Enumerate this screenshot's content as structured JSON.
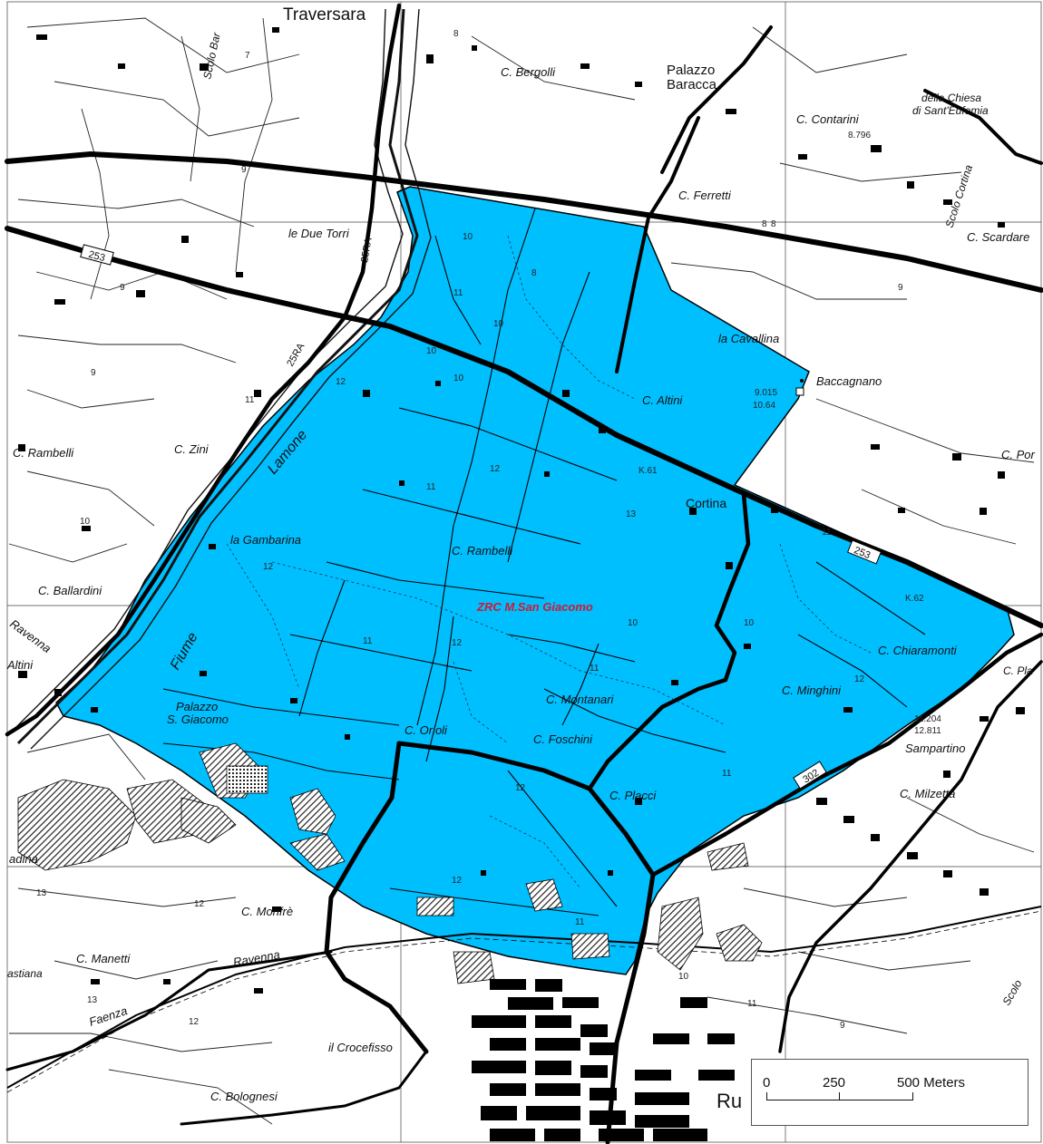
{
  "zone": {
    "label": "ZRC M.San Giacomo",
    "fill_color": "#00bfff",
    "label_color": "#d2182d"
  },
  "colors": {
    "background": "#ffffff",
    "roads": "#000000",
    "urban_hatch": "#222222"
  },
  "places": {
    "traversara": "Traversara",
    "c_bergolli": "C. Bergolli",
    "palazzo": "Palazzo",
    "baracca": "Baracca",
    "della_chiesa": "della Chiesa",
    "di_santeufemia": "di Sant'Eufemia",
    "c_contarini": "C. Contarini",
    "c_ferretti": "C. Ferretti",
    "le_due_torri": "le Due Torri",
    "c_scardare": "C. Scardare",
    "scolo_cortina": "Scolo Cortina",
    "scolo_bar": "Scolo Bar",
    "la_cavallina": "la Cavallina",
    "baccagnano": "Baccagnano",
    "c_altini_east": "C. Altini",
    "c_rambelli_west": "C. Rambelli",
    "c_zini": "C. Zini",
    "lamone": "Lamone",
    "c_por": "C. Por",
    "cortina": "Cortina",
    "la_gambarina": "la Gambarina",
    "c_rambelli_center": "C. Rambelli",
    "c_ballardini": "C. Ballardini",
    "ravenna_west": "Ravenna",
    "altini_west": "Altini",
    "fiume": "Fiume",
    "c_chiaramonti": "C. Chiaramonti",
    "c_pla": "C. Pla",
    "palazzo_sg": "Palazzo",
    "s_giacomo": "S. Giacomo",
    "c_montanari": "C. Montanari",
    "c_minghini": "C. Minghini",
    "c_orioli": "C. Orioli",
    "c_foschini": "C. Foschini",
    "sampartino": "Sampartino",
    "c_placci": "C. Placci",
    "c_milzetta": "C. Milzetta",
    "adina": "adina",
    "c_monfre": "C. Monfrè",
    "c_manetti": "C. Manetti",
    "astiana": "astiana",
    "ravenna_south": "Ravenna",
    "faenza": "Faenza",
    "il_crocefisso": "il Crocefisso",
    "c_bolognesi": "C. Bolognesi",
    "ru": "Ru",
    "scolo_se": "Scolo"
  },
  "road_labels": {
    "r253_west": "253",
    "r253_east": "253",
    "r25ra_a": "25RA",
    "r25ra_b": "25RA",
    "r302": "302"
  },
  "elevations": {
    "e1": "8.796",
    "e2": "9.015",
    "e3": "10.64",
    "e4": "11.204",
    "e5": "12.811",
    "k61": "K.61",
    "k62": "K.62"
  },
  "spot_numbers": [
    "7",
    "9",
    "8",
    "9",
    "10",
    "11",
    "9",
    "10",
    "8",
    "8",
    "10",
    "10",
    "11",
    "11",
    "12",
    "12",
    "12",
    "13",
    "10",
    "11",
    "12",
    "11",
    "10",
    "12",
    "11",
    "12",
    "13",
    "11",
    "10",
    "11",
    "9",
    "8",
    "9",
    "12",
    "13",
    "11",
    "10",
    "12",
    "12"
  ],
  "scale_bar": {
    "label_0": "0",
    "label_250": "250",
    "label_500": "500 Meters"
  }
}
